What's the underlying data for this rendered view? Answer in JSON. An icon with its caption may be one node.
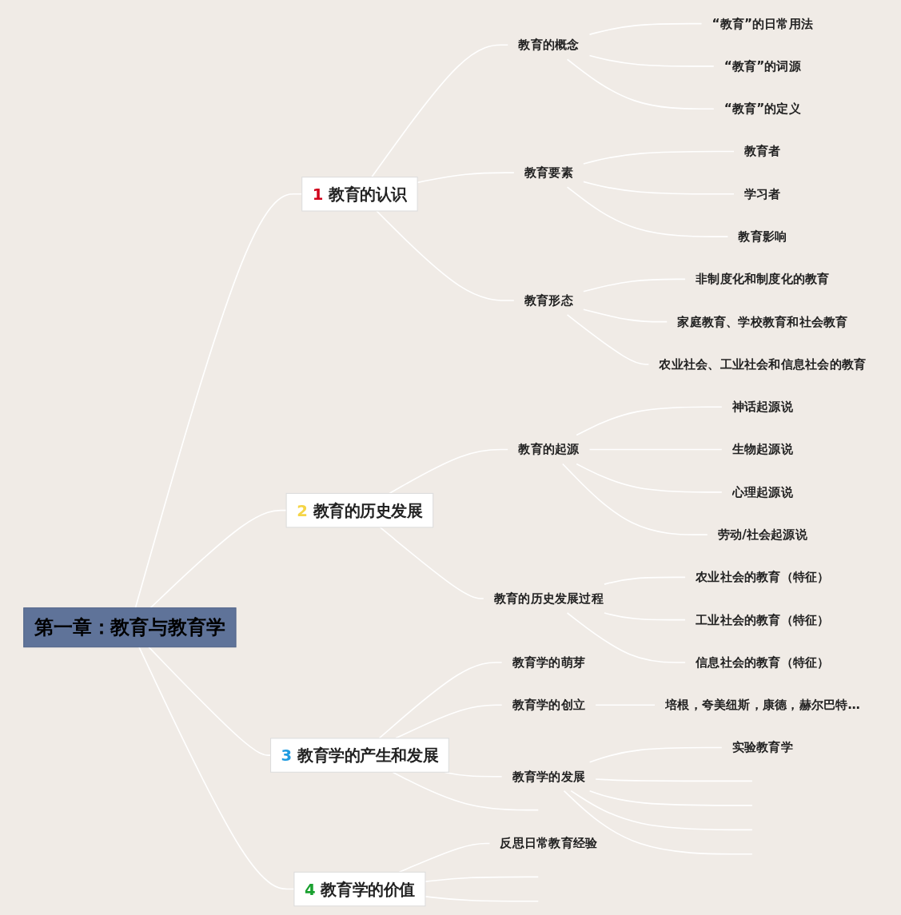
{
  "diagram": {
    "nodes": [
      {
        "text": [
          "第一章：教育与教育学"
        ]
      },
      {
        "text": [
          "1",
          "教育的认识"
        ]
      },
      {
        "text": [
          "教育的概念"
        ]
      },
      {
        "text": [
          "“教育”的日常用法"
        ]
      },
      {
        "text": [
          "“教育”的词源"
        ]
      },
      {
        "text": [
          "“教育”的定义"
        ]
      },
      {
        "text": [
          "教育要素"
        ]
      },
      {
        "text": [
          "教育者"
        ]
      },
      {
        "text": [
          "学习者"
        ]
      },
      {
        "text": [
          "教育影响"
        ]
      },
      {
        "text": [
          "教育形态"
        ]
      },
      {
        "text": [
          "非制度化和制度化的教育"
        ]
      },
      {
        "text": [
          "家庭教育、学校教育和社会教育"
        ]
      },
      {
        "text": [
          "农业社会、工业社会和信息社会的教育"
        ]
      },
      {
        "text": [
          "2",
          "教育的历史发展"
        ]
      },
      {
        "text": [
          "教育的起源"
        ]
      },
      {
        "text": [
          "神话起源说"
        ]
      },
      {
        "text": [
          "生物起源说"
        ]
      },
      {
        "text": [
          "心理起源说"
        ]
      },
      {
        "text": [
          "劳动/社会起源说"
        ]
      },
      {
        "text": [
          "教育的历史发展过程"
        ]
      },
      {
        "text": [
          "农业社会的教育（特征）"
        ]
      },
      {
        "text": [
          "工业社会的教育（特征）"
        ]
      },
      {
        "text": [
          "信息社会的教育（特征）"
        ]
      },
      {
        "text": [
          "3",
          "教育学的产生和发展"
        ]
      },
      {
        "text": [
          "教育学的萌芽"
        ]
      },
      {
        "text": [
          "教育学的创立"
        ]
      },
      {
        "text": [
          "培根，夸美纽斯，康德，赫尔巴特…"
        ]
      },
      {
        "text": [
          "教育学的发展"
        ]
      },
      {
        "text": [
          "实验教育学"
        ]
      },
      {
        "text": [
          "4",
          "教育学的价值"
        ]
      },
      {
        "text": [
          "反思日常教育经验"
        ]
      }
    ],
    "edges": [
      {
        "from": 0,
        "to": 1,
        "arrow": "none"
      },
      {
        "from": 1,
        "to": 2,
        "arrow": "none"
      },
      {
        "from": 2,
        "to": 3,
        "arrow": "none"
      },
      {
        "from": 2,
        "to": 4,
        "arrow": "none"
      },
      {
        "from": 2,
        "to": 5,
        "arrow": "none"
      },
      {
        "from": 1,
        "to": 6,
        "arrow": "none"
      },
      {
        "from": 6,
        "to": 7,
        "arrow": "none"
      },
      {
        "from": 6,
        "to": 8,
        "arrow": "none"
      },
      {
        "from": 6,
        "to": 9,
        "arrow": "none"
      },
      {
        "from": 1,
        "to": 10,
        "arrow": "none"
      },
      {
        "from": 10,
        "to": 11,
        "arrow": "none"
      },
      {
        "from": 10,
        "to": 12,
        "arrow": "none"
      },
      {
        "from": 10,
        "to": 13,
        "arrow": "none"
      },
      {
        "from": 0,
        "to": 14,
        "arrow": "none"
      },
      {
        "from": 14,
        "to": 15,
        "arrow": "none"
      },
      {
        "from": 15,
        "to": 16,
        "arrow": "none"
      },
      {
        "from": 15,
        "to": 17,
        "arrow": "none"
      },
      {
        "from": 15,
        "to": 18,
        "arrow": "none"
      },
      {
        "from": 15,
        "to": 19,
        "arrow": "none"
      },
      {
        "from": 14,
        "to": 20,
        "arrow": "none"
      },
      {
        "from": 20,
        "to": 21,
        "arrow": "none"
      },
      {
        "from": 20,
        "to": 22,
        "arrow": "none"
      },
      {
        "from": 20,
        "to": 23,
        "arrow": "none"
      },
      {
        "from": 0,
        "to": 24,
        "arrow": "none"
      },
      {
        "from": 24,
        "to": 25,
        "arrow": "none"
      },
      {
        "from": 24,
        "to": 26,
        "arrow": "none"
      },
      {
        "from": 26,
        "to": 27,
        "arrow": "none"
      },
      {
        "from": 24,
        "to": 28,
        "arrow": "none"
      },
      {
        "from": 28,
        "to": 29,
        "arrow": "none"
      },
      {
        "from": 28,
        "to": null,
        "arrow": "none"
      },
      {
        "from": 28,
        "to": null,
        "arrow": "none"
      },
      {
        "from": 28,
        "to": null,
        "arrow": "none"
      },
      {
        "from": 28,
        "to": null,
        "arrow": "none"
      },
      {
        "from": 24,
        "to": null,
        "arrow": "none"
      },
      {
        "from": 0,
        "to": 30,
        "arrow": "none"
      },
      {
        "from": 30,
        "to": 31,
        "arrow": "none"
      },
      {
        "from": 30,
        "to": null,
        "arrow": "none"
      },
      {
        "from": 30,
        "to": null,
        "arrow": "none"
      }
    ]
  }
}
